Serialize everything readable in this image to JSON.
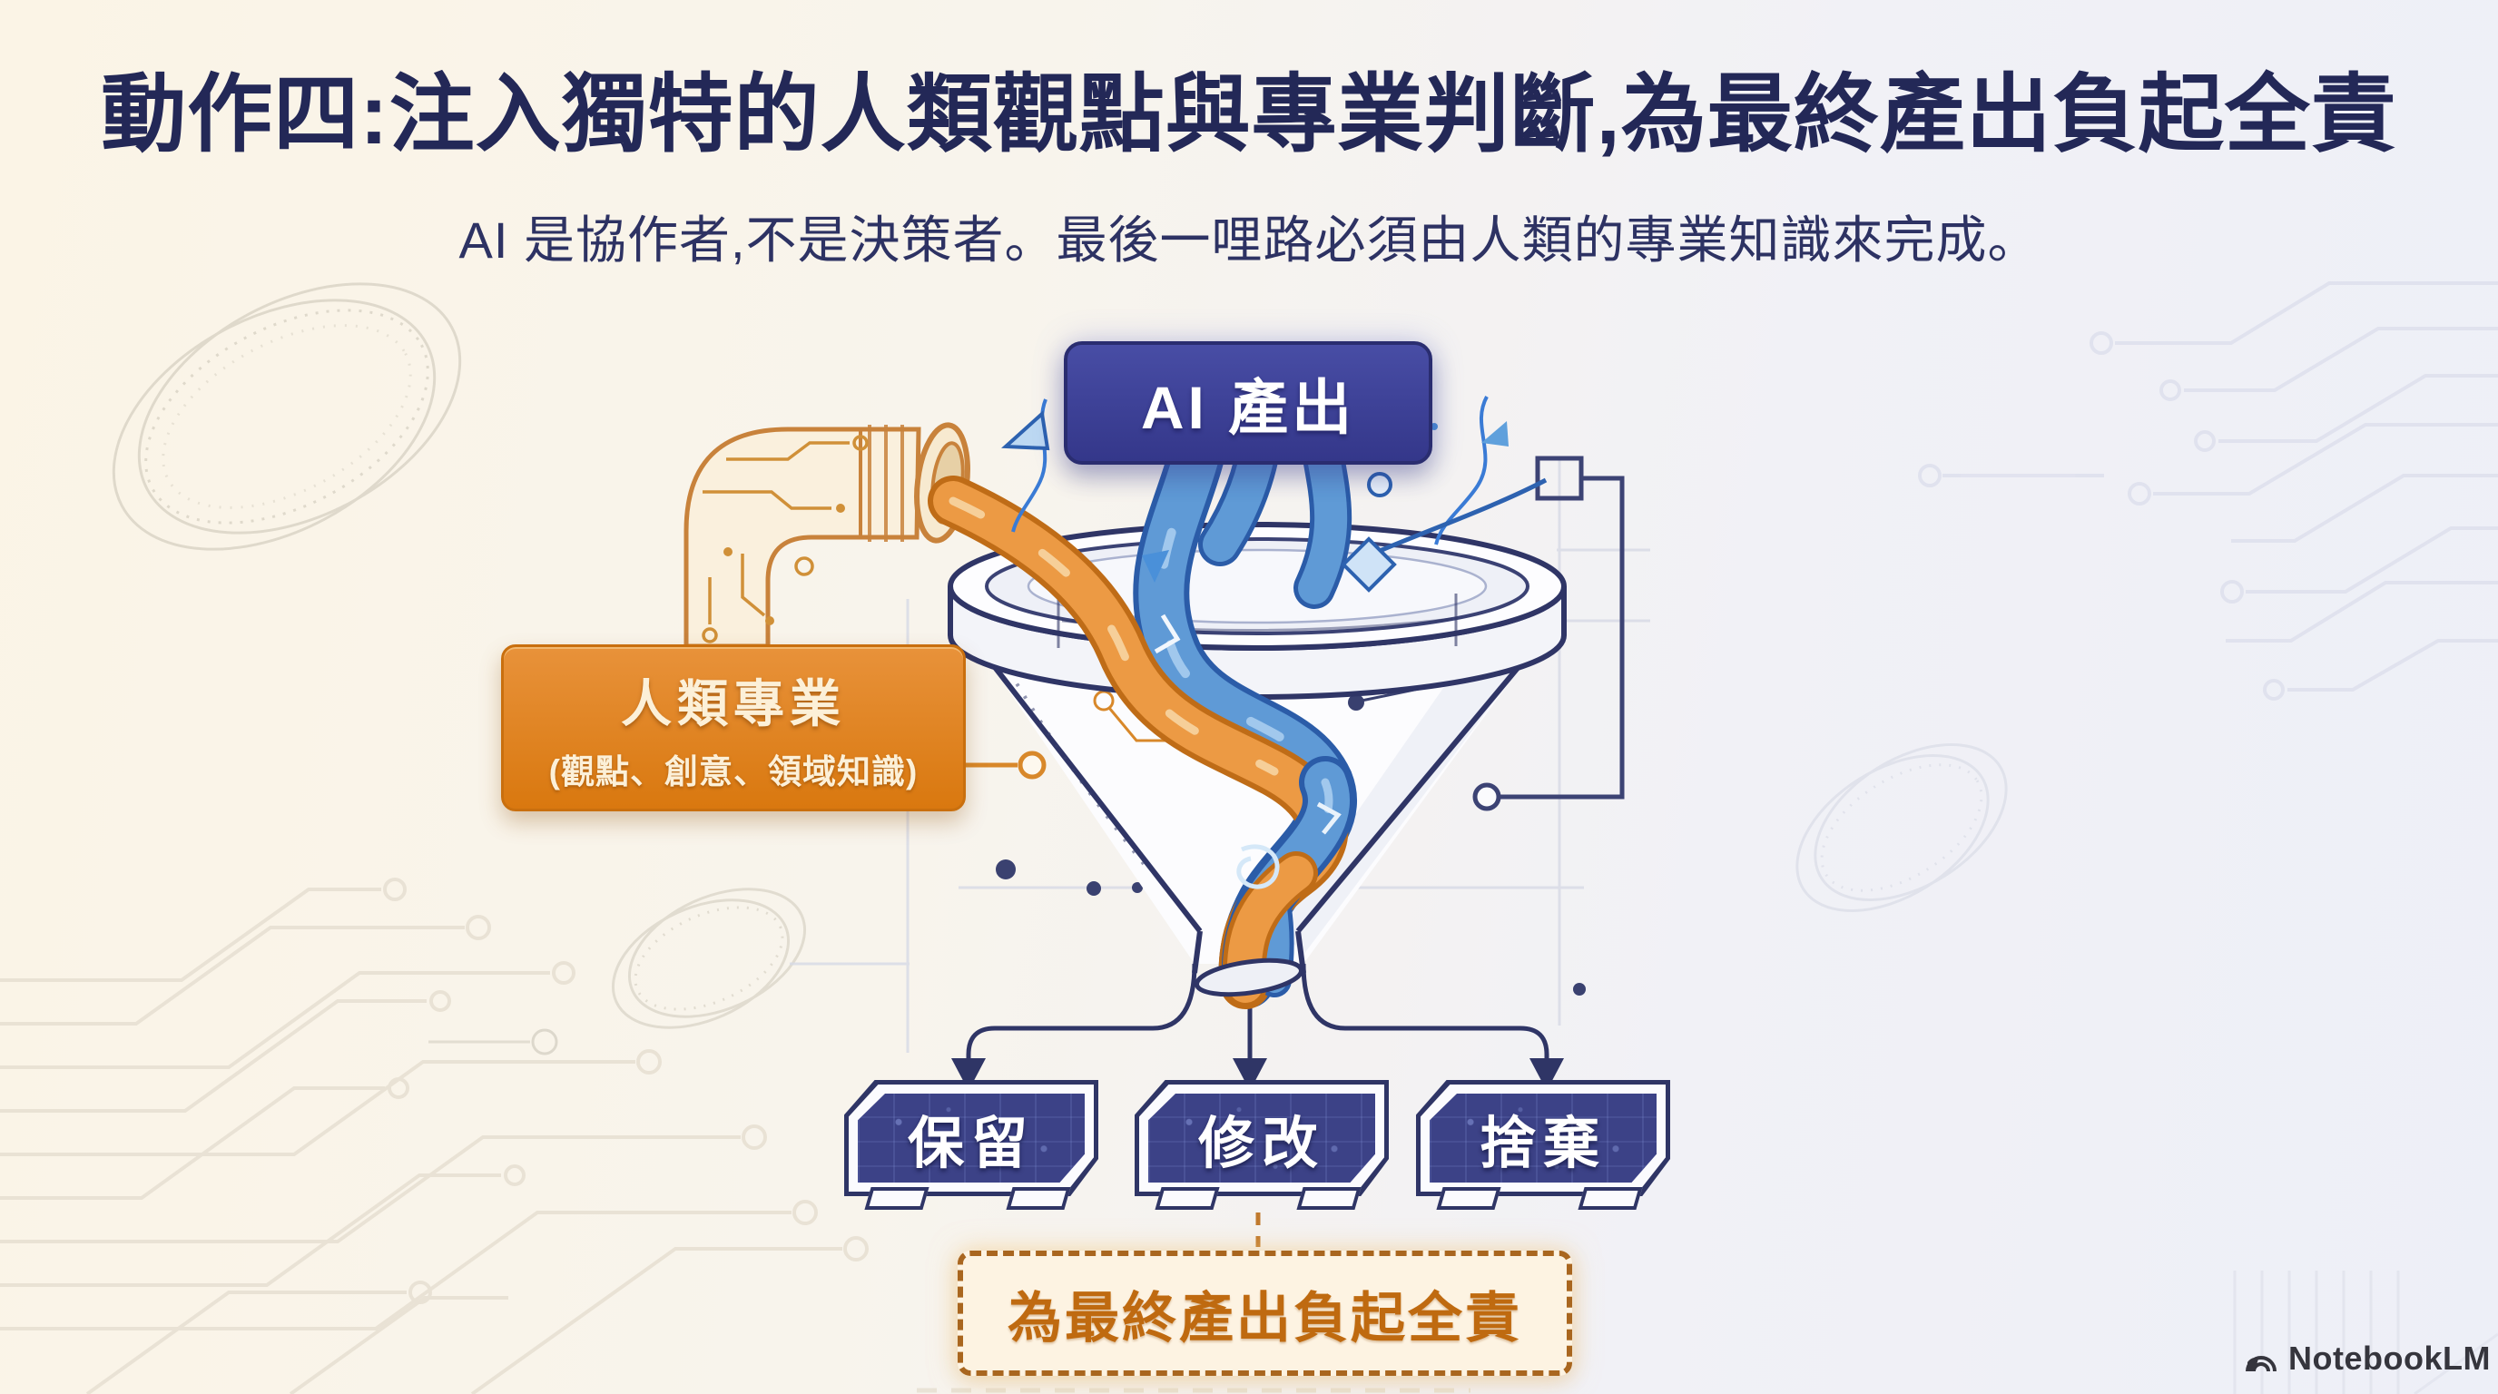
{
  "page": {
    "title": "動作四:注入獨特的人類觀點與專業判斷,為最終產出負起全責",
    "subtitle": "AI 是協作者,不是決策者。最後一哩路必須由人類的專業知識來完成。"
  },
  "diagram": {
    "ai_output_label": "AI 產出",
    "human_expertise": {
      "title": "人類專業",
      "subtitle": "(觀點、創意、領域知識)"
    },
    "funnel": "blueprint-funnel-with-blue-ai-stream-and-orange-human-stream-twisting",
    "outcomes": [
      {
        "label": "保留"
      },
      {
        "label": "修改"
      },
      {
        "label": "捨棄"
      }
    ],
    "responsibility_label": "為最終產出負起全責"
  },
  "watermark": {
    "label": "NotebookLM",
    "icon": "notebooklm-logo-icon"
  },
  "colors": {
    "title_navy": "#232857",
    "outline_navy": "#2f3566",
    "panel_navy": "#3c4287",
    "ai_box_indigo": "#3e4195",
    "stream_blue": "#5f9ad6",
    "stream_blue_dark": "#2b5ca8",
    "human_orange": "#dd7f15",
    "stream_orange": "#ec9a44",
    "dashed_border_brown": "#a9661f",
    "responsibility_text": "#bf6a10",
    "background_left_cream": "#fbf4e6",
    "background_right_lavender": "#edeff7"
  }
}
